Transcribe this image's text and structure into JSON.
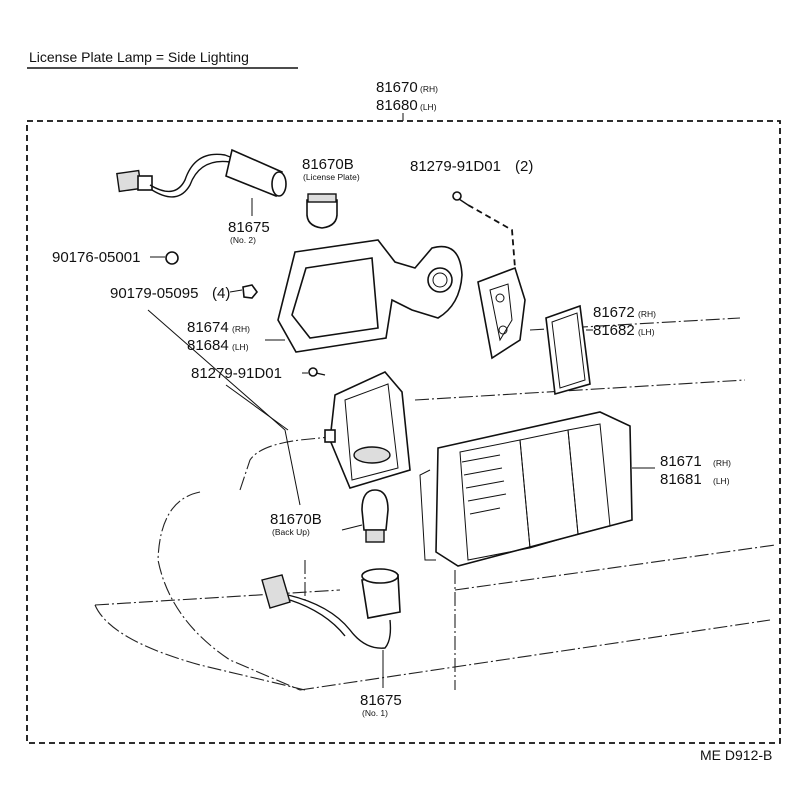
{
  "title": "License Plate Lamp = Side Lighting",
  "assembly": {
    "part_no_rh": "81670",
    "rh": "(RH)",
    "part_no_lh": "81680",
    "lh": "(LH)"
  },
  "parts": {
    "bulb_license": {
      "no": "81670B",
      "note": "(License Plate)"
    },
    "socket_no2": {
      "no": "81675",
      "note": "(No. 2)"
    },
    "screw_top": {
      "no": "81279-91D01",
      "qty": "(2)"
    },
    "clip": {
      "no": "90176-05001"
    },
    "nut": {
      "no": "90179-05095",
      "qty": "(4)"
    },
    "gasket": {
      "no_rh": "81674",
      "rh": "(RH)",
      "no_lh": "81684",
      "lh": "(LH)"
    },
    "screw_mid": {
      "no": "81279-91D01"
    },
    "lens_plate": {
      "no_rh": "81672",
      "rh": "(RH)",
      "no_lh": "81682",
      "lh": "(LH)"
    },
    "lens_main": {
      "no_rh": "81671",
      "rh": "(RH)",
      "no_lh": "81681",
      "lh": "(LH)"
    },
    "bulb_backup": {
      "no": "81670B",
      "note": "(Back Up)"
    },
    "socket_no1": {
      "no": "81675",
      "note": "(No. 1)"
    }
  },
  "figure_code": "ME D912-B"
}
